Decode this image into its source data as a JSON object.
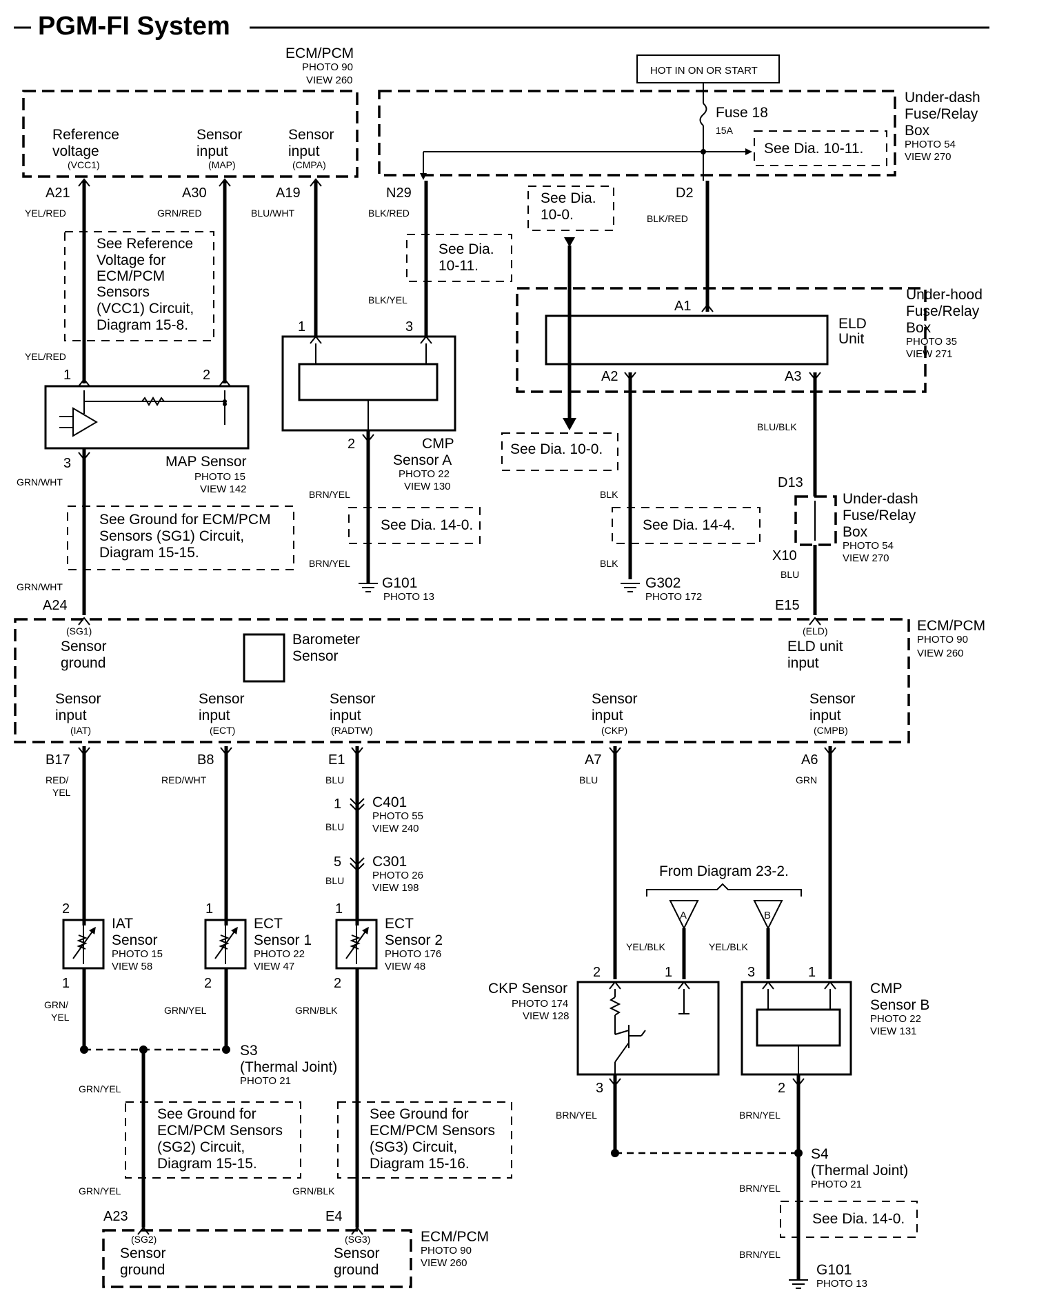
{
  "title": "PGM-FI System",
  "hot_label": "HOT IN ON OR START",
  "ecm_top": {
    "name": "ECM/PCM",
    "photo": "PHOTO 90",
    "view": "VIEW 260",
    "cols": [
      [
        "Reference",
        "voltage",
        "(VCC1)"
      ],
      [
        "Sensor",
        "input",
        "(MAP)"
      ],
      [
        "Sensor",
        "input",
        "(CMPA)"
      ]
    ]
  },
  "fuse_box_top": {
    "name": [
      "Under-dash",
      "Fuse/Relay",
      "Box"
    ],
    "photo": "PHOTO 54",
    "view": "VIEW 270",
    "fuse": "Fuse 18",
    "amp": "15A",
    "ref": "See Dia. 10-11."
  },
  "pins": {
    "a21": "A21",
    "a30": "A30",
    "a19": "A19",
    "n29": "N29",
    "d2": "D2",
    "a1": "A1",
    "a2": "A2",
    "a3": "A3",
    "d13": "D13",
    "x10": "X10",
    "e15": "E15",
    "a24": "A24",
    "b17": "B17",
    "b8": "B8",
    "e1": "E1",
    "a7": "A7",
    "a6": "A6",
    "a23": "A23",
    "e4": "E4",
    "map1": "1",
    "map2": "2",
    "map3": "3",
    "cmpa1": "1",
    "cmpa3": "3",
    "cmpa2": "2",
    "c401": "1",
    "c301": "5",
    "iat2": "2",
    "iat1": "1",
    "ect1a": "1",
    "ect1b": "2",
    "ect2a": "1",
    "ect2b": "2",
    "ckp2": "2",
    "ckp1": "1",
    "ckp3": "3",
    "cmpb3": "3",
    "cmpb1": "1",
    "cmpb2": "2"
  },
  "wires": {
    "a21": "YEL/RED",
    "a21b": "YEL/RED",
    "a30": "GRN/RED",
    "a19": "BLU/WHT",
    "n29": "BLK/RED",
    "n29b": "BLK/YEL",
    "d2": "BLK/RED",
    "a3": "BLU/BLK",
    "x10": "BLU",
    "map3": "GRN/WHT",
    "map3b": "GRN/WHT",
    "cmpa2": "BRN/YEL",
    "cmpa2b": "BRN/YEL",
    "a2": "BLK",
    "a2b": "BLK",
    "b17": [
      "RED/",
      "YEL"
    ],
    "b8": "RED/WHT",
    "e1": "BLU",
    "e1b": "BLU",
    "e1c": "BLU",
    "a7": "BLU",
    "a6": "GRN",
    "iat1": [
      "GRN/",
      "YEL"
    ],
    "ect1": "GRN/YEL",
    "ect2": "GRN/BLK",
    "sg2a": "GRN/YEL",
    "sg2b": "GRN/YEL",
    "sg3": "GRN/BLK",
    "ckpa": "YEL/BLK",
    "cmpba": "YEL/BLK",
    "ckp3": "BRN/YEL",
    "cmpb2": "BRN/YEL",
    "s4a": "BRN/YEL",
    "s4b": "BRN/YEL"
  },
  "notes": {
    "vcc1": [
      "See Reference",
      "Voltage for",
      "ECM/PCM",
      "Sensors",
      "(VCC1) Circuit,",
      "Diagram 15-8."
    ],
    "d1011": [
      "See Dia.",
      "10-11."
    ],
    "d100a": [
      "See Dia.",
      "10-0."
    ],
    "d100b": "See Dia. 10-0.",
    "sg1": [
      "See Ground for ECM/PCM",
      "Sensors (SG1) Circuit,",
      "Diagram 15-15."
    ],
    "d140a": "See Dia. 14-0.",
    "d144": "See Dia. 14-4.",
    "sg2": [
      "See Ground for",
      "ECM/PCM Sensors",
      "(SG2) Circuit,",
      "Diagram 15-15."
    ],
    "sg3": [
      "See Ground for",
      "ECM/PCM Sensors",
      "(SG3) Circuit,",
      "Diagram 15-16."
    ],
    "d140b": "See Dia. 14-0."
  },
  "components": {
    "map": {
      "name": "MAP Sensor",
      "photo": "PHOTO 15",
      "view": "VIEW 142"
    },
    "cmpa": {
      "name": [
        "CMP",
        "Sensor A"
      ],
      "photo": "PHOTO 22",
      "view": "VIEW 130"
    },
    "eld": {
      "name": [
        "ELD",
        "Unit"
      ]
    },
    "underhood": {
      "name": [
        "Under-hood",
        "Fuse/Relay",
        "Box"
      ],
      "photo": "PHOTO 35",
      "view": "VIEW 271"
    },
    "underdash2": {
      "name": [
        "Under-dash",
        "Fuse/Relay",
        "Box"
      ],
      "photo": "PHOTO 54",
      "view": "VIEW 270"
    },
    "g101a": {
      "name": "G101",
      "photo": "PHOTO 13"
    },
    "g302": {
      "name": "G302",
      "photo": "PHOTO 172"
    },
    "iat": {
      "name": [
        "IAT",
        "Sensor"
      ],
      "photo": "PHOTO 15",
      "view": "VIEW 58"
    },
    "ect1": {
      "name": [
        "ECT",
        "Sensor 1"
      ],
      "photo": "PHOTO 22",
      "view": "VIEW 47"
    },
    "ect2": {
      "name": [
        "ECT",
        "Sensor 2"
      ],
      "photo": "PHOTO 176",
      "view": "VIEW 48"
    },
    "c401": {
      "name": "C401",
      "photo": "PHOTO 55",
      "view": "VIEW 240"
    },
    "c301": {
      "name": "C301",
      "photo": "PHOTO 26",
      "view": "VIEW 198"
    },
    "s3": {
      "name": [
        "S3",
        "(Thermal Joint)"
      ],
      "photo": "PHOTO 21"
    },
    "s4": {
      "name": [
        "S4",
        "(Thermal Joint)"
      ],
      "photo": "PHOTO 21"
    },
    "ckp": {
      "name": "CKP Sensor",
      "photo": "PHOTO 174",
      "view": "VIEW 128"
    },
    "cmpb": {
      "name": [
        "CMP",
        "Sensor B"
      ],
      "photo": "PHOTO 22",
      "view": "VIEW 131"
    },
    "g101b": {
      "name": "G101",
      "photo": "PHOTO 13"
    },
    "from23": "From Diagram 23-2.",
    "tri_a": "A",
    "tri_b": "B",
    "baro": [
      "Barometer",
      "Sensor"
    ]
  },
  "ecm_mid": {
    "name": "ECM/PCM",
    "photo": "PHOTO 90",
    "view": "VIEW 260",
    "sg1": [
      "(SG1)",
      "Sensor",
      "ground"
    ],
    "eld": [
      "(ELD)",
      "ELD unit",
      "input"
    ],
    "cols": [
      [
        "Sensor",
        "input",
        "(IAT)"
      ],
      [
        "Sensor",
        "input",
        "(ECT)"
      ],
      [
        "Sensor",
        "input",
        "(RADTW)"
      ],
      [
        "Sensor",
        "input",
        "(CKP)"
      ],
      [
        "Sensor",
        "input",
        "(CMPB)"
      ]
    ]
  },
  "ecm_bot": {
    "name": "ECM/PCM",
    "photo": "PHOTO 90",
    "view": "VIEW 260",
    "sg2": [
      "(SG2)",
      "Sensor",
      "ground"
    ],
    "sg3": [
      "(SG3)",
      "Sensor",
      "ground"
    ]
  }
}
